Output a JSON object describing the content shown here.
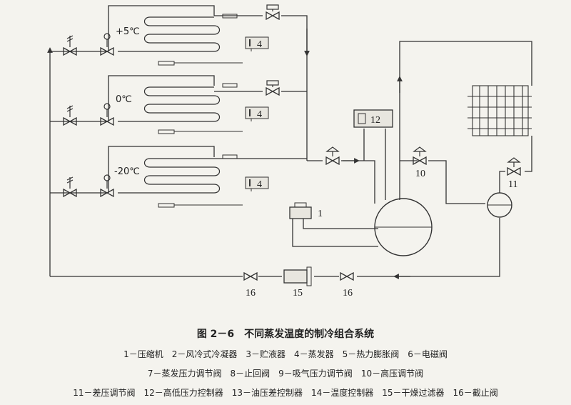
{
  "temps": {
    "t1": "+5℃",
    "t2": "0℃",
    "t3": "-20℃"
  },
  "component_numbers": {
    "evap_a": "4",
    "evap_b": "4",
    "evap_c": "4",
    "controller": "12",
    "compressor": "1",
    "valve10": "10",
    "valve11": "11",
    "stop_left": "16",
    "filter": "15",
    "stop_right": "16"
  },
  "caption": {
    "title": "图 2－6　不同蒸发温度的制冷组合系统",
    "legend_line1": "1－压缩机　2－风冷式冷凝器　3－贮液器　4－蒸发器　5－热力膨胀阀　6－电磁阀",
    "legend_line2": "7－蒸发压力调节阀　8－止回阀　9－吸气压力调节阀　10－高压调节阀",
    "legend_line3": "11－差压调节阀　12－高低压力控制器　13－油压差控制器　14－温度控制器　15－干燥过滤器　16－截止阀"
  },
  "colors": {
    "line": "#333333",
    "paper": "#f4f3ee",
    "coil_fill": "#e8e6df"
  }
}
